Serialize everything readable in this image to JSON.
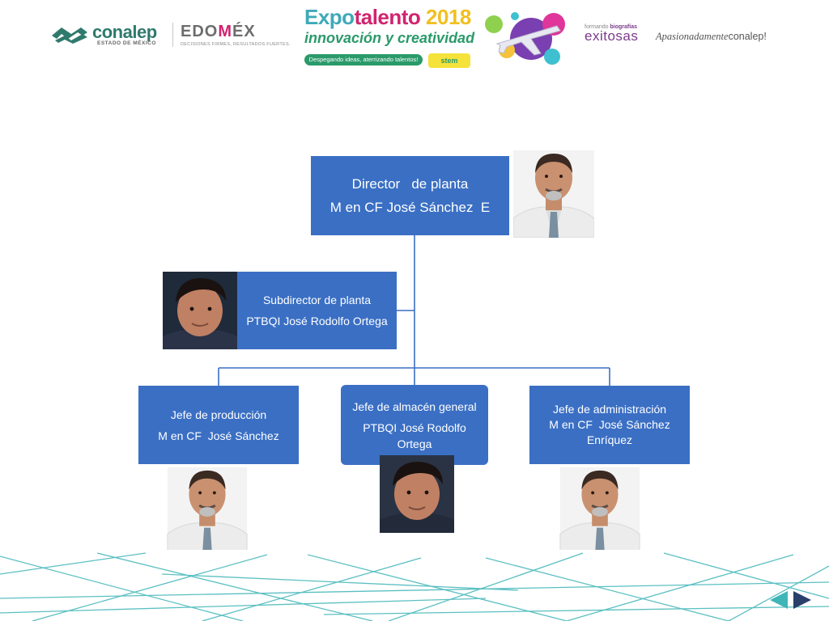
{
  "header": {
    "conalep": {
      "name": "conalep",
      "subtitle": "ESTADO DE MÉXICO"
    },
    "edomex": {
      "name_part1": "EDO",
      "name_mark": "M",
      "name_part2": "ÉX",
      "subtitle": "DECISIONES FIRMES, RESULTADOS FUERTES."
    },
    "expotalento": {
      "title_part1": "Expo",
      "title_part2": "talento",
      "year": "2018",
      "subtitle": "innovación y creatividad",
      "tagline": "Despegando ideas, aterrizando talentos!",
      "badge": "stem"
    },
    "biografias": {
      "line1_prefix": "formando",
      "line1_bold": "biografías",
      "line2": "exitosas"
    },
    "slogan": {
      "script": "Apasionadamente",
      "tail": "conalep!"
    }
  },
  "org": {
    "director": {
      "title": "Director   de planta",
      "name": "M en CF José Sánchez  E"
    },
    "subdirector": {
      "title": "Subdirector de planta",
      "name": "PTBQI José Rodolfo Ortega"
    },
    "produccion": {
      "title": "Jefe de producción",
      "name": "M en CF  José Sánchez"
    },
    "almacen": {
      "title": "Jefe de almacén general",
      "name": "PTBQI José Rodolfo Ortega"
    },
    "administracion": {
      "title": "Jefe de administración",
      "name": "M en CF  José Sánchez Enríquez"
    }
  },
  "colors": {
    "box": "#3a6fc4",
    "connector": "#3a6fc4",
    "brand_green": "#2f7a6c",
    "brand_magenta": "#d0246f",
    "footer_lines": "#3fb5b8"
  },
  "nav": {
    "prev_icon": "triangle-left-icon",
    "next_icon": "triangle-right-icon"
  }
}
